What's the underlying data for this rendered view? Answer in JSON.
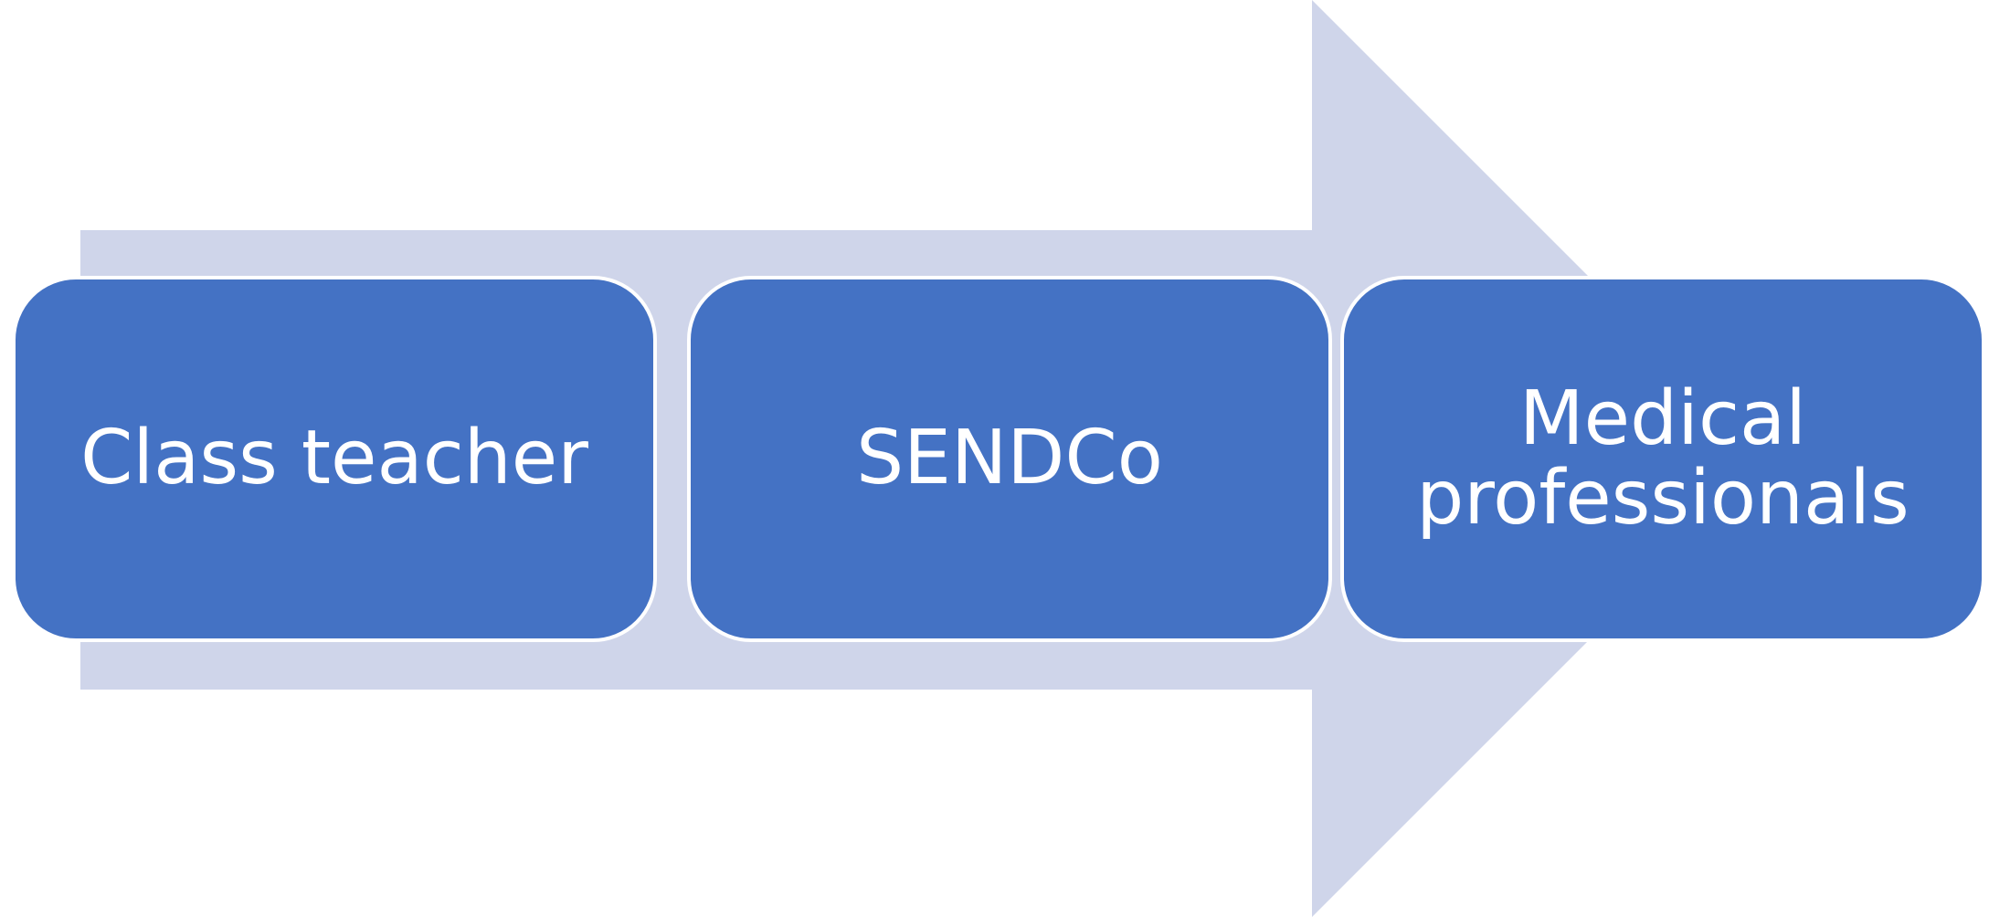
{
  "diagram": {
    "type": "process-flow",
    "direction": "left-to-right",
    "arrow_color": "#cfd5ea",
    "box_color": "#4472c4",
    "box_border_color": "#ffffff",
    "text_color": "#ffffff",
    "steps": [
      {
        "label": "Class teacher"
      },
      {
        "label": "SENDCo"
      },
      {
        "label": "Medical\nprofessionals"
      }
    ]
  }
}
